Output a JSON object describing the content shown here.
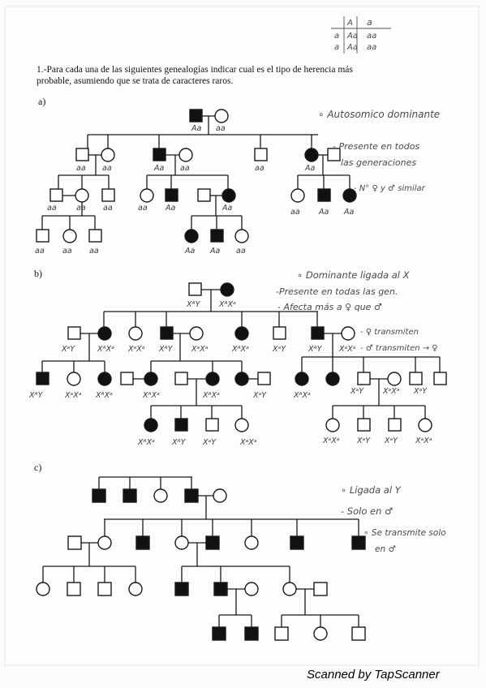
{
  "header_punnett": {
    "cols": [
      "A",
      "a"
    ],
    "rows": [
      {
        "label": "a",
        "cells": [
          "Aa",
          "aa"
        ]
      },
      {
        "label": "a",
        "cells": [
          "Aa",
          "aa"
        ]
      }
    ]
  },
  "question": {
    "line1": "1.-Para cada una de las siguientes genealogías indicar cual es el tipo de herencia más",
    "line2": "probable, asumiendo que se trata de caracteres raros."
  },
  "sections": {
    "a": {
      "label": "a)",
      "notes": [
        "∘ Autosomico dominante",
        "- Presente en todos",
        "las generaciones",
        "- N° ♀ y ♂ similar"
      ],
      "genotypes": {
        "g1f": "Aa",
        "g1m": "aa",
        "c1": "aa",
        "c1s": "aa",
        "c2": "Aa",
        "c2s": "aa",
        "c3": "aa",
        "c4": "Aa",
        "g3a": "aa",
        "g3b": "aa",
        "g3c": "aa",
        "g3d": "aa",
        "g3e": "Aa",
        "g3f": "Aa",
        "g3g": "aa",
        "g3h": "Aa",
        "g3i": "Aa",
        "g4a": "aa",
        "g4b": "aa",
        "g4c": "aa",
        "g4d": "Aa",
        "g4e": "Aa",
        "g4f": "aa"
      }
    },
    "b": {
      "label": "b)",
      "notes": [
        "∘ Dominante ligada al X",
        "-Presente en todas las gen.",
        "- Afecta más a ♀ que ♂",
        "- ♀ transmiten",
        "- ♂ transmiten → ♀"
      ],
      "genotypes": {
        "g1m": "XᴬY",
        "g1f": "XᴬXᵃ",
        "c1": "XᵃY",
        "c2": "XᴬXᵃ",
        "c3": "XᵃXᵃ",
        "c4": "XᴬY",
        "c5": "XᵃXᵃ",
        "c6": "XᴬXᵃ",
        "c7": "XᵃY",
        "c8": "XᴬY",
        "c9": "XᵃXᵃ",
        "g3a": "XᴬY",
        "g3b": "XᵃXᵃ",
        "g3c": "XᴬXᵃ",
        "g3d": "XᴬXᵃ",
        "g3e": "XᴬXᵃ",
        "g3f": "XᵃY",
        "g3g": "XᴬXᵃ",
        "g3h": "XᵃY",
        "g3i": "XᵃXᵃ",
        "g3j": "XᵃY",
        "g4a": "XᴬXᵃ",
        "g4b": "XᴬY",
        "g4c": "XᵃY",
        "g4d": "XᵃXᵃ",
        "g4e": "XᵃXᵃ",
        "g4f": "XᵃY",
        "g4g": "XᵃY",
        "g4h": "XᵃXᵃ"
      }
    },
    "c": {
      "label": "c)",
      "notes": [
        "∘ Ligada al Y",
        "- Solo en ♂",
        "∘ Se transmite solo",
        "en ♂"
      ]
    }
  },
  "footer": "Scanned by TapScanner"
}
